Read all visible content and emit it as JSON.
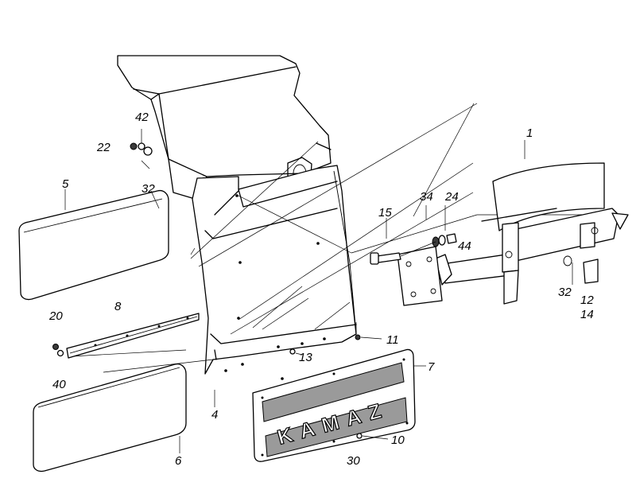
{
  "diagram": {
    "brand_text": "KAMAZ",
    "part_labels": {
      "p1": "1",
      "p4": "4",
      "p5": "5",
      "p6": "6",
      "p7": "7",
      "p8": "8",
      "p10": "10",
      "p11": "11",
      "p12": "12",
      "p13": "13",
      "p14": "14",
      "p15": "15",
      "p20": "20",
      "p22": "22",
      "p24": "24",
      "p30": "30",
      "p32a": "32",
      "p32b": "32",
      "p34": "34",
      "p40": "40",
      "p42": "42",
      "p44": "44"
    }
  }
}
